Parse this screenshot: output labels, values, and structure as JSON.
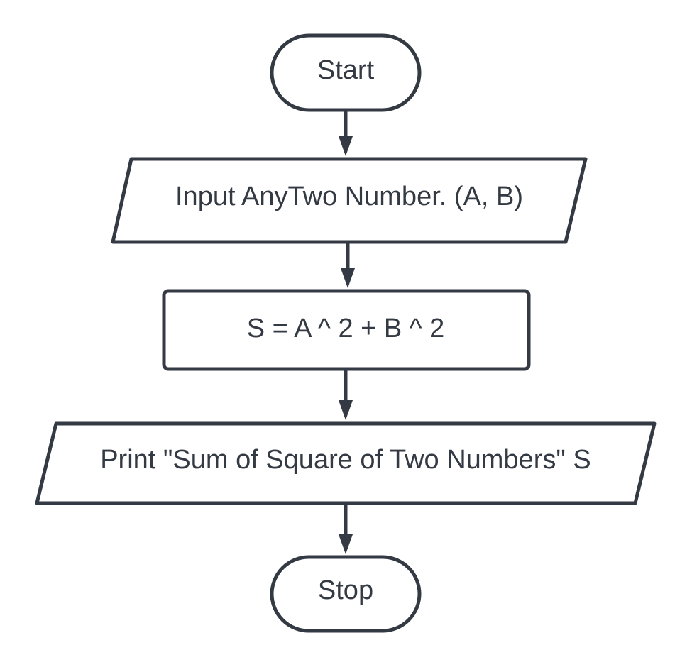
{
  "flowchart": {
    "nodes": [
      {
        "id": "start",
        "shape": "terminator",
        "text": "Start"
      },
      {
        "id": "input",
        "shape": "data",
        "text": "Input AnyTwo Number. (A, B)"
      },
      {
        "id": "process",
        "shape": "process",
        "text": "S = A ^ 2 + B ^ 2"
      },
      {
        "id": "output",
        "shape": "data",
        "text": "Print \"Sum of Square of Two Numbers\" S"
      },
      {
        "id": "stop",
        "shape": "terminator",
        "text": "Stop"
      }
    ],
    "edges": [
      {
        "from": "start",
        "to": "input"
      },
      {
        "from": "input",
        "to": "process"
      },
      {
        "from": "process",
        "to": "output"
      },
      {
        "from": "output",
        "to": "stop"
      }
    ],
    "colors": {
      "stroke": "#343a43",
      "text": "#343a43",
      "fill": "#ffffff"
    }
  }
}
